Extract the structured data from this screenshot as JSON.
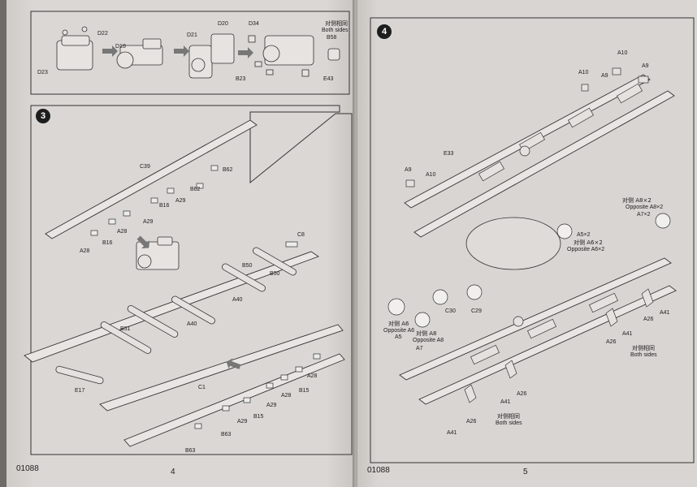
{
  "left_page": {
    "kit_number": "01088",
    "page_number": "4",
    "step_number": "3",
    "top_panel_labels": [
      "D22",
      "D23",
      "D18",
      "D20",
      "D21",
      "D34",
      "B23",
      "E43"
    ],
    "top_panel_note_cn": "对侧相同",
    "top_panel_note_en": "Both sides",
    "top_panel_note_part": "B58",
    "step3_labels": [
      "C39",
      "B62",
      "B62",
      "A29",
      "B16",
      "A29",
      "A28",
      "B16",
      "A28",
      "C8",
      "B50",
      "B50",
      "A40",
      "A40",
      "B51",
      "E17",
      "C1",
      "A28",
      "A28",
      "B15",
      "A29",
      "B15",
      "A29",
      "B63",
      "B63"
    ]
  },
  "right_page": {
    "kit_number": "01088",
    "page_number": "5",
    "step_number": "4",
    "upper_labels": [
      "A10",
      "A9",
      "A10",
      "A9",
      "E33",
      "A9",
      "A10"
    ],
    "lower_labels": [
      "A5×2",
      "A41",
      "A26",
      "A41",
      "A26",
      "A41",
      "A26",
      "A41",
      "A26",
      "C30",
      "C29",
      "A5",
      "A7"
    ],
    "notes": [
      {
        "cn": "对侧 A8×2",
        "en": "Opposite A8×2",
        "extra": "A7×2"
      },
      {
        "cn": "对侧 A6×2",
        "en": "Opposite A6×2"
      },
      {
        "cn": "对侧 A6",
        "en": "Opposite A6"
      },
      {
        "cn": "对侧 A8",
        "en": "Opposite A8"
      },
      {
        "cn": "对侧相同",
        "en": "Both sides"
      },
      {
        "cn": "对侧相同",
        "en": "Both sides"
      }
    ]
  }
}
